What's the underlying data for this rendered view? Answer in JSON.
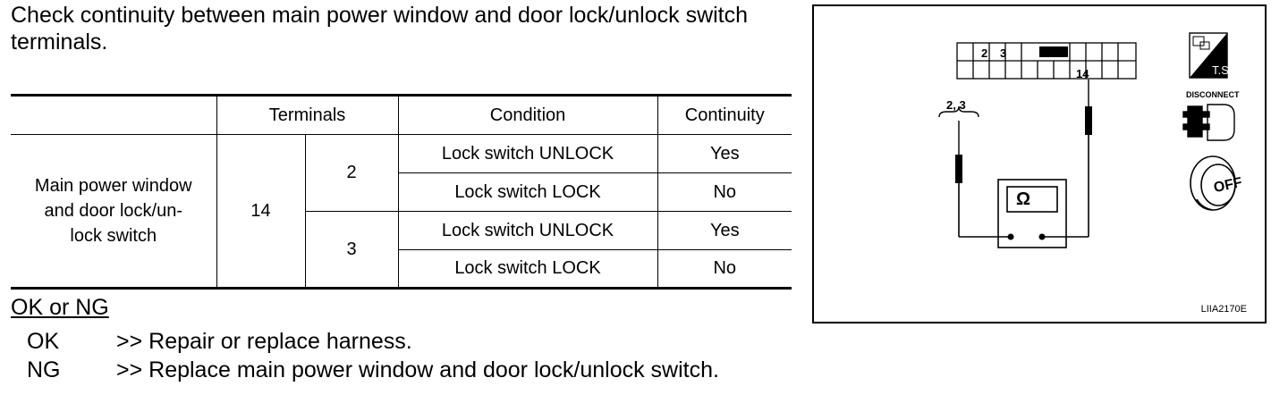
{
  "intro": "Check continuity between main power window and door lock/unlock switch terminals.",
  "table": {
    "headers": {
      "terminals": "Terminals",
      "condition": "Condition",
      "continuity": "Continuity"
    },
    "item": "Main power window and door lock/un- lock switch",
    "item_lines": [
      "Main power window",
      "and door lock/un-",
      "lock switch"
    ],
    "terminal_a": "14",
    "groups": [
      {
        "terminal_b": "2",
        "rows": [
          {
            "condition": "Lock switch UNLOCK",
            "continuity": "Yes"
          },
          {
            "condition": "Lock switch LOCK",
            "continuity": "No"
          }
        ]
      },
      {
        "terminal_b": "3",
        "rows": [
          {
            "condition": "Lock switch UNLOCK",
            "continuity": "Yes"
          },
          {
            "condition": "Lock switch LOCK",
            "continuity": "No"
          }
        ]
      }
    ]
  },
  "okng": {
    "heading": "OK or NG",
    "ok_key": "OK",
    "ok_text": ">> Repair or replace harness.",
    "ng_key": "NG",
    "ng_text": ">> Replace main power window and door lock/unlock switch."
  },
  "figure": {
    "probe_label": "2, 3",
    "pin_labels": [
      "2",
      "3",
      "14"
    ],
    "meter_symbol": "Ω",
    "ts_label": "T.S.",
    "disconnect_label": "DISCONNECT",
    "off_label": "OFF",
    "code": "LIIA2170E"
  }
}
